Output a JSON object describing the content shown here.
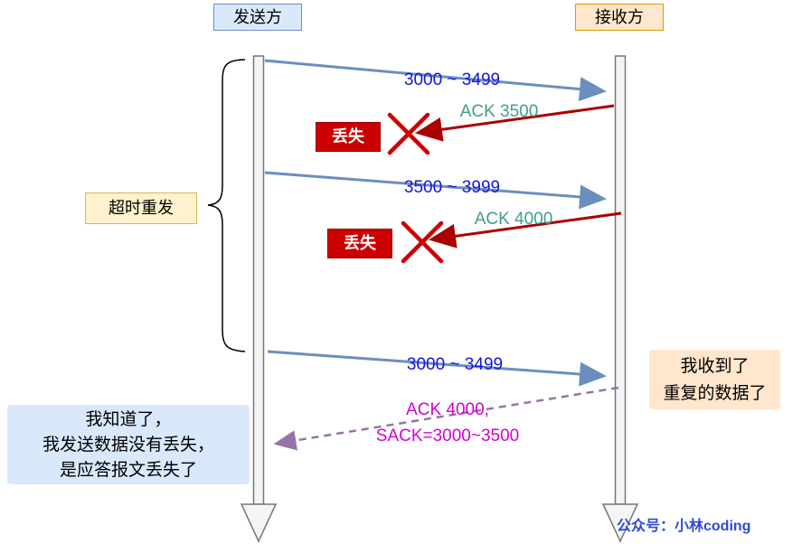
{
  "actors": {
    "sender": "发送方",
    "receiver": "接收方"
  },
  "messages": {
    "seg1": "3000 ~ 3499",
    "ack1": "ACK 3500",
    "seg2": "3500 ~ 3999",
    "ack2": "ACK 4000",
    "seg3": "3000 ~ 3499",
    "sack_line1": "ACK 4000,",
    "sack_line2": "SACK=3000~3500"
  },
  "labels": {
    "lost1": "丢失",
    "lost2": "丢失",
    "timeout_retransmit": "超时重发",
    "receiver_note": [
      "我收到了",
      "重复的数据了"
    ],
    "sender_note": [
      "我知道了，",
      "我发送数据没有丢失，",
      "是应答报文丢失了"
    ],
    "watermark": "公众号：小林coding"
  },
  "colors": {
    "segment_arrow": "#6c8ebf",
    "segment_text": "#1515e0",
    "ack_arrow": "#aa0000",
    "ack_text": "#3d9e8c",
    "lost_badge_fill": "#cc0000",
    "cross_mark": "#cc0000",
    "sack_arrow": "#9673a6",
    "sack_text": "#d400d4",
    "sender_box_fill": "#dae8fc",
    "sender_box_stroke": "#6c8ebf",
    "receiver_box_fill": "#ffe6cc",
    "receiver_box_stroke": "#d79b00",
    "timeout_box_fill": "#fff2cc",
    "timeout_box_stroke": "#d6b656",
    "watermark_text": "#2f4bd6"
  }
}
